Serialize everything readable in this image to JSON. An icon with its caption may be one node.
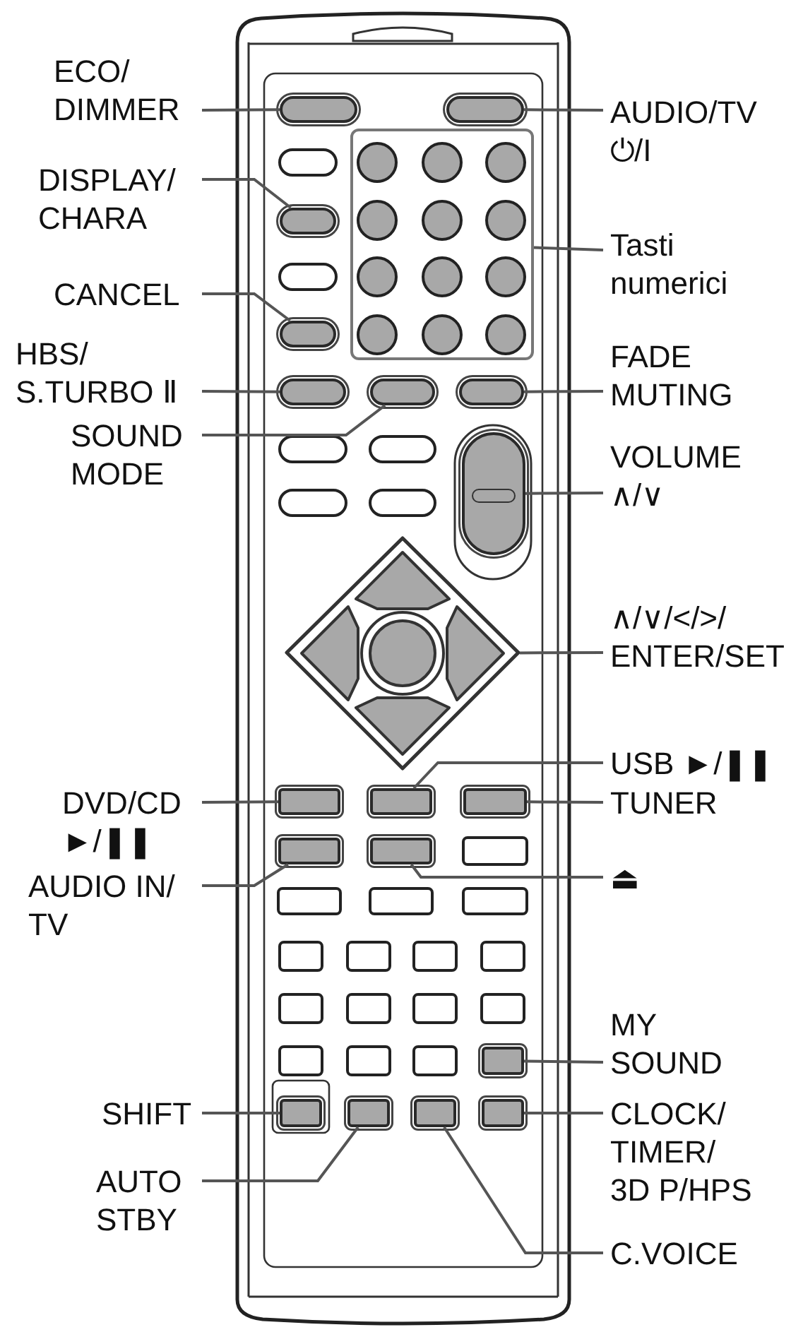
{
  "diagram": {
    "nodes": [
      {
        "text": [
          "ECO/ DIMMER"
        ]
      },
      {
        "text": [],
        "shape": "oval"
      },
      {
        "text": [
          "DISPLAY/ CHARA"
        ]
      },
      {
        "text": [],
        "shape": "oval"
      },
      {
        "text": [
          "CANCEL"
        ]
      },
      {
        "text": [],
        "shape": "oval"
      },
      {
        "text": [
          "HBS/ S.TURBO Ⅱ"
        ]
      },
      {
        "text": [],
        "shape": "oval"
      },
      {
        "text": [
          "SOUND MODE"
        ]
      },
      {
        "text": [],
        "shape": "oval"
      },
      {
        "text": [
          "DVD/CD ►/❚❚"
        ]
      },
      {
        "text": [],
        "shape": "button"
      },
      {
        "text": [
          "AUDIO IN/ TV"
        ]
      },
      {
        "text": [],
        "shape": "button"
      },
      {
        "text": [
          "SHIFT"
        ]
      },
      {
        "text": [],
        "shape": "button"
      },
      {
        "text": [
          "AUTO STBY"
        ]
      },
      {
        "text": [],
        "shape": "button"
      },
      {
        "text": [
          "AUDIO/TV ⏻/I"
        ]
      },
      {
        "text": [],
        "shape": "oval"
      },
      {
        "text": [
          "Tasti numerici"
        ]
      },
      {
        "text": [],
        "shape": "box"
      },
      {
        "text": [
          "FADE MUTING"
        ]
      },
      {
        "text": [],
        "shape": "oval"
      },
      {
        "text": [
          "VOLUME ∧/∨"
        ]
      },
      {
        "text": [],
        "shape": "oval"
      },
      {
        "text": [
          "∧/∨/</>/ ENTER/SET"
        ]
      },
      {
        "text": [],
        "shape": "diamond"
      },
      {
        "text": [
          "USB ►/❚❚"
        ]
      },
      {
        "text": [],
        "shape": "button"
      },
      {
        "text": [
          "TUNER"
        ]
      },
      {
        "text": [],
        "shape": "button"
      },
      {
        "text": [
          "⏏"
        ]
      },
      {
        "text": [],
        "shape": "button"
      },
      {
        "text": [
          "MY SOUND"
        ]
      },
      {
        "text": [],
        "shape": "button"
      },
      {
        "text": [
          "CLOCK/ TIMER/ 3D P/HPS"
        ]
      },
      {
        "text": [],
        "shape": "button"
      },
      {
        "text": [
          "C.VOICE"
        ]
      },
      {
        "text": [],
        "shape": "button"
      }
    ],
    "edges": [
      {
        "from": 0,
        "to": 1,
        "arrow": "none"
      },
      {
        "from": 2,
        "to": 3,
        "arrow": "none"
      },
      {
        "from": 4,
        "to": 5,
        "arrow": "none"
      },
      {
        "from": 6,
        "to": 7,
        "arrow": "none"
      },
      {
        "from": 8,
        "to": 9,
        "arrow": "none"
      },
      {
        "from": 10,
        "to": 11,
        "arrow": "none"
      },
      {
        "from": 12,
        "to": 13,
        "arrow": "none"
      },
      {
        "from": 14,
        "to": 15,
        "arrow": "none"
      },
      {
        "from": 16,
        "to": 17,
        "arrow": "none"
      },
      {
        "from": 18,
        "to": 19,
        "arrow": "none"
      },
      {
        "from": 20,
        "to": 21,
        "arrow": "none"
      },
      {
        "from": 22,
        "to": 23,
        "arrow": "none"
      },
      {
        "from": 24,
        "to": 25,
        "arrow": "none"
      },
      {
        "from": 26,
        "to": 27,
        "arrow": "none"
      },
      {
        "from": 28,
        "to": 29,
        "arrow": "none"
      },
      {
        "from": 30,
        "to": 31,
        "arrow": "none"
      },
      {
        "from": 32,
        "to": 33,
        "arrow": "none"
      },
      {
        "from": 34,
        "to": 35,
        "arrow": "none"
      },
      {
        "from": 36,
        "to": 37,
        "arrow": "none"
      },
      {
        "from": 38,
        "to": 39,
        "arrow": "none"
      }
    ]
  }
}
